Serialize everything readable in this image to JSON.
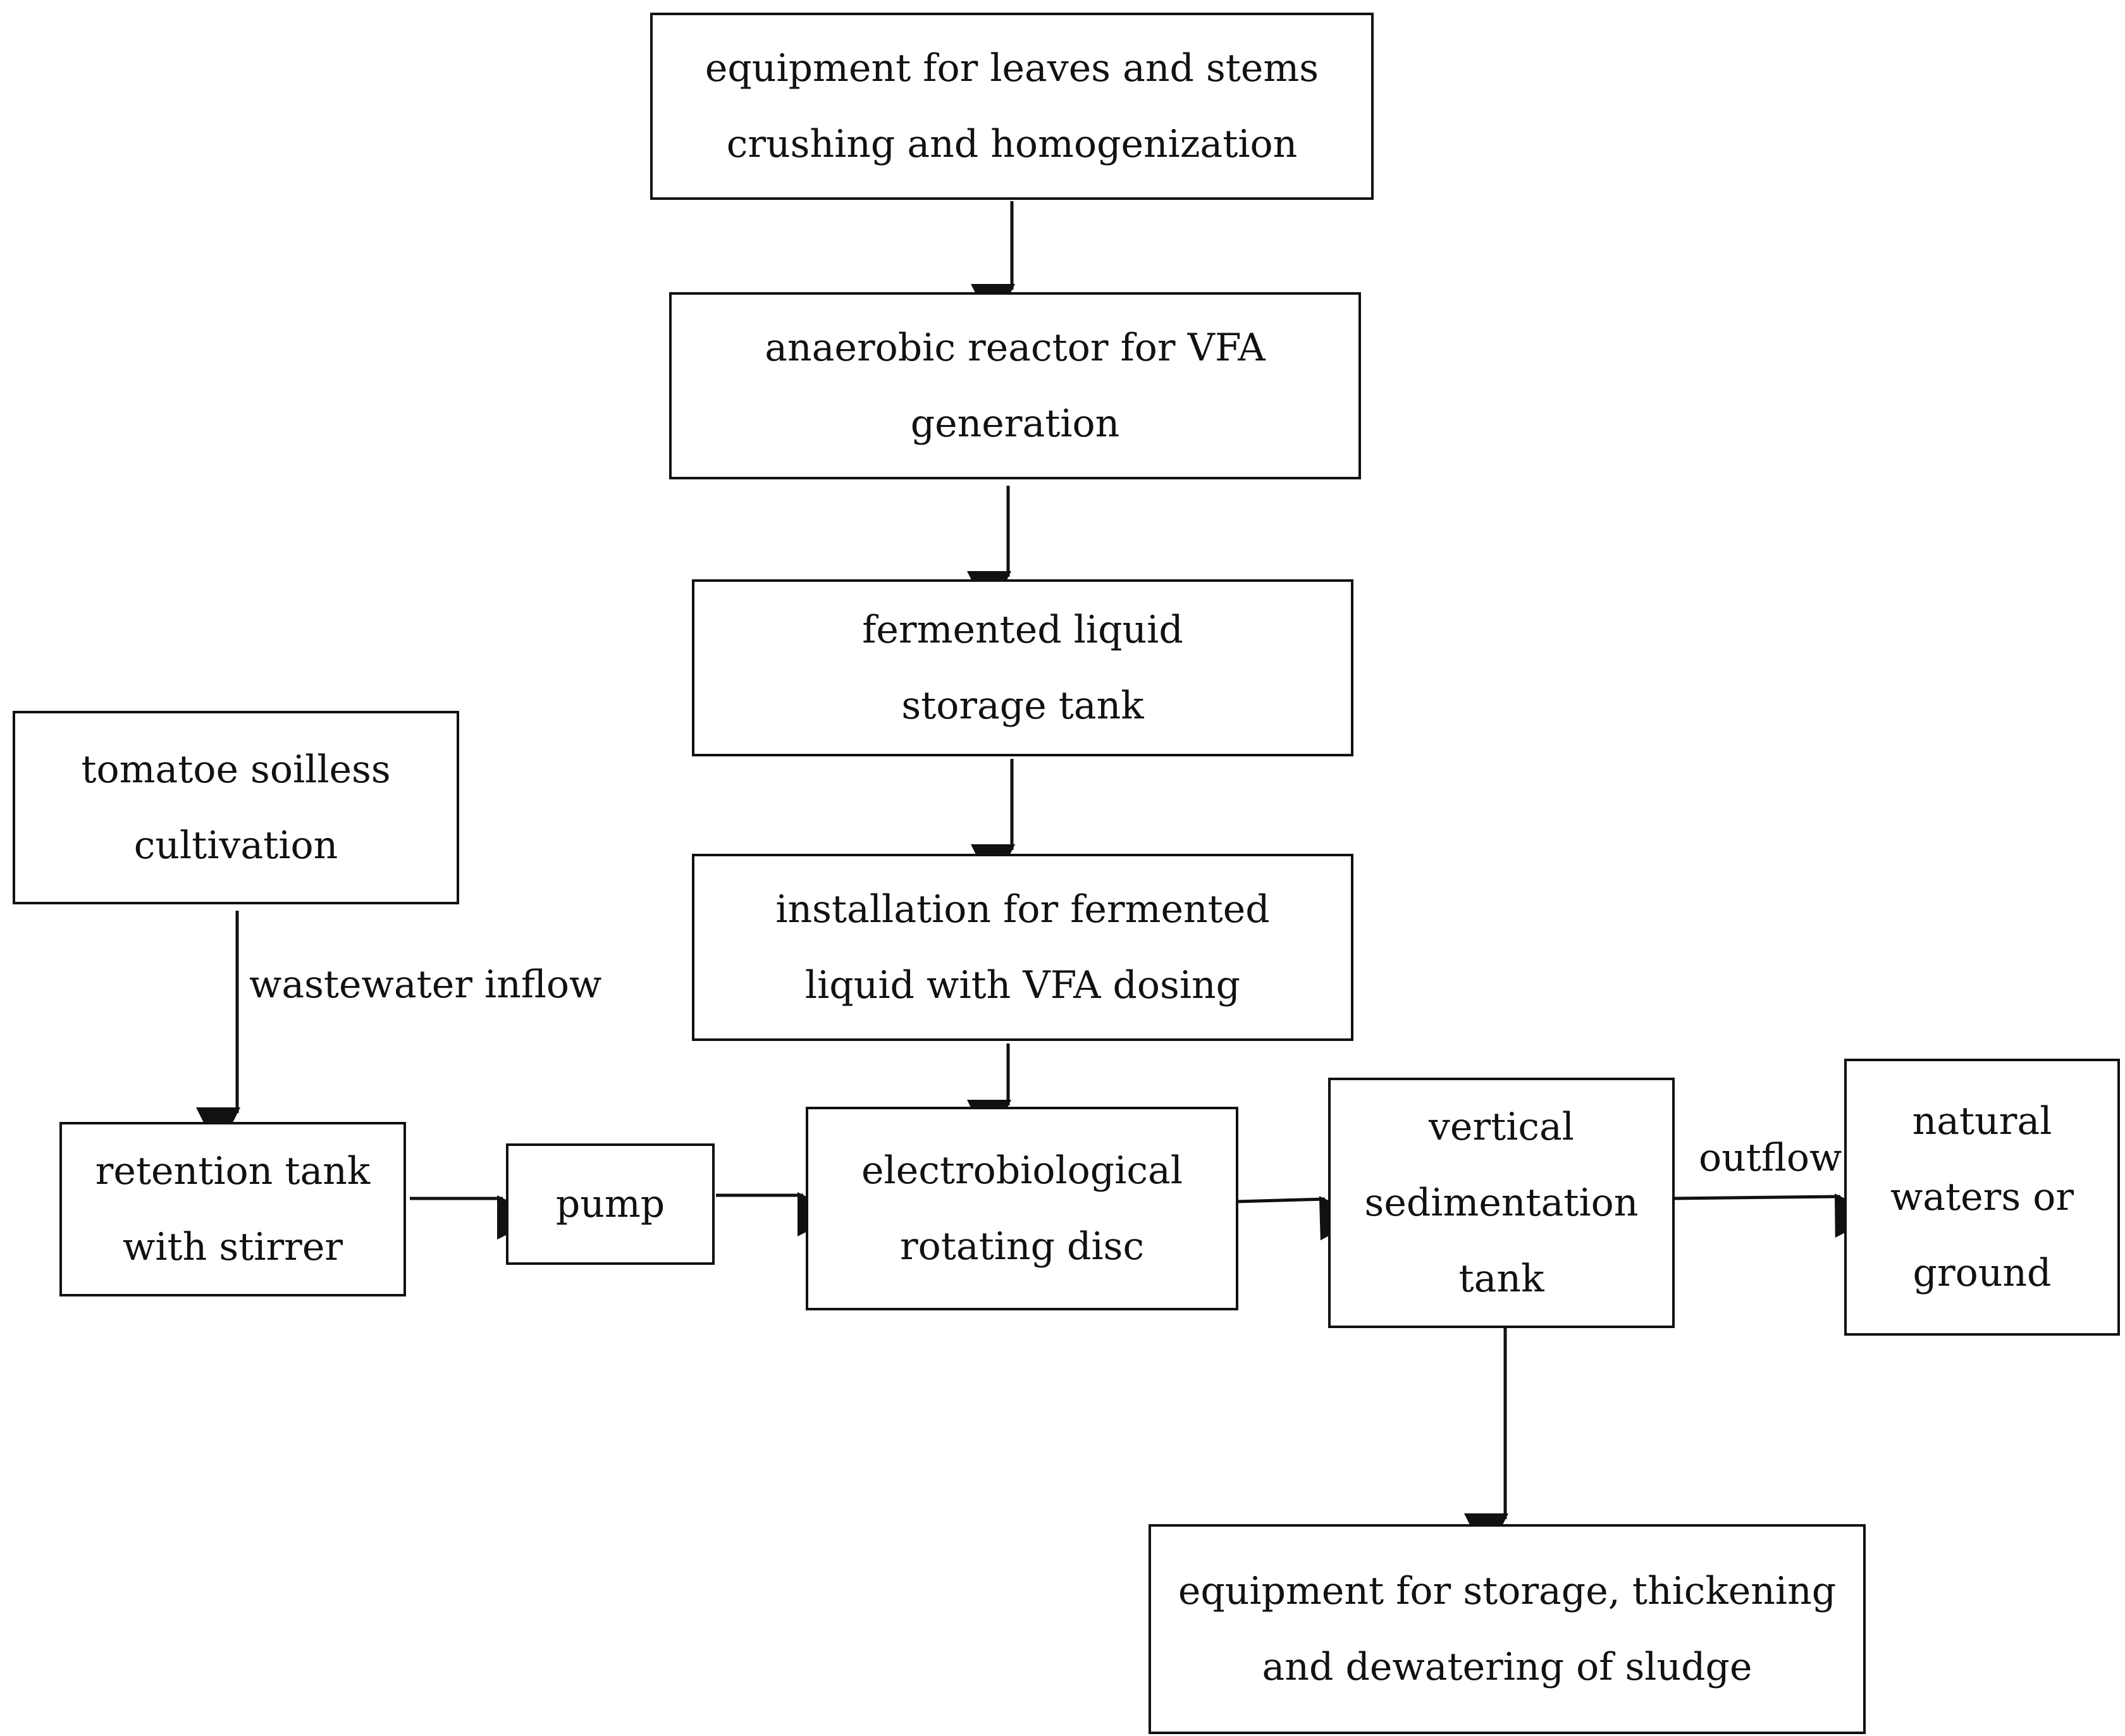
{
  "nodes": {
    "crushing": {
      "lines": [
        "equipment for leaves and stems",
        "crushing and homogenization"
      ]
    },
    "anaerobic": {
      "lines": [
        "anaerobic reactor for VFA",
        "generation"
      ]
    },
    "fermented_storage": {
      "lines": [
        "fermented liquid",
        "storage tank"
      ]
    },
    "dosing": {
      "lines": [
        "installation for fermented",
        "liquid with VFA dosing"
      ]
    },
    "tomatoe": {
      "lines": [
        "tomatoe soilless",
        "cultivation"
      ]
    },
    "retention": {
      "lines": [
        "retention tank",
        "with stirrer"
      ]
    },
    "pump": {
      "lines": [
        "pump"
      ]
    },
    "rotating_disc": {
      "lines": [
        "electrobiological",
        "rotating disc"
      ]
    },
    "sedimentation": {
      "lines": [
        "vertical",
        "sedimentation",
        "tank"
      ]
    },
    "natural_waters": {
      "lines": [
        "natural",
        "waters or",
        "ground"
      ]
    },
    "sludge": {
      "lines": [
        "equipment for storage, thickening",
        "and dewatering of sludge"
      ]
    }
  },
  "edge_labels": {
    "wastewater_inflow": "wastewater inflow",
    "outflow": "outflow"
  },
  "colors": {
    "stroke": "#111111",
    "background": "#ffffff"
  }
}
